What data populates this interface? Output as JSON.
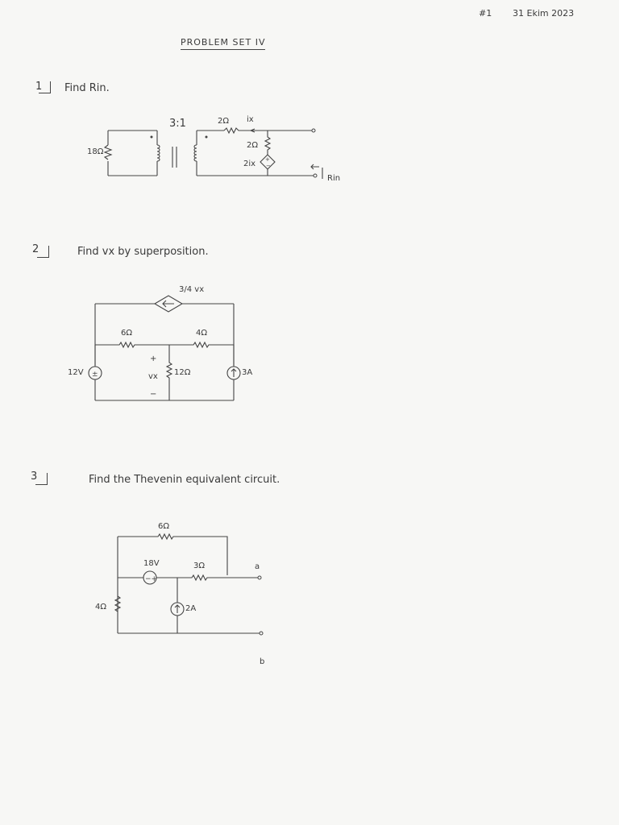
{
  "header": {
    "number": "#1",
    "date": "31 Ekim 2023",
    "title": "PROBLEM SET IV"
  },
  "problems": [
    {
      "number": "1",
      "prompt": "Find Rin.",
      "labels": {
        "r_left": "18Ω",
        "ratio": "3:1",
        "r_top": "2Ω",
        "ix": "ix",
        "r_right": "2Ω",
        "dep_src": "2ix",
        "rin": "Rin"
      }
    },
    {
      "number": "2",
      "prompt": "Find vx by superposition.",
      "labels": {
        "dep_src": "3/4 vx",
        "r6": "6Ω",
        "r4": "4Ω",
        "r12": "12Ω",
        "v12": "12V",
        "i3": "3A",
        "vx": "vx",
        "plus": "+",
        "minus": "−"
      }
    },
    {
      "number": "3",
      "prompt": "Find the Thevenin equivalent circuit.",
      "labels": {
        "r6": "6Ω",
        "v18": "18V",
        "r3": "3Ω",
        "r4": "4Ω",
        "i2": "2A",
        "a": "a",
        "b": "b"
      }
    }
  ]
}
